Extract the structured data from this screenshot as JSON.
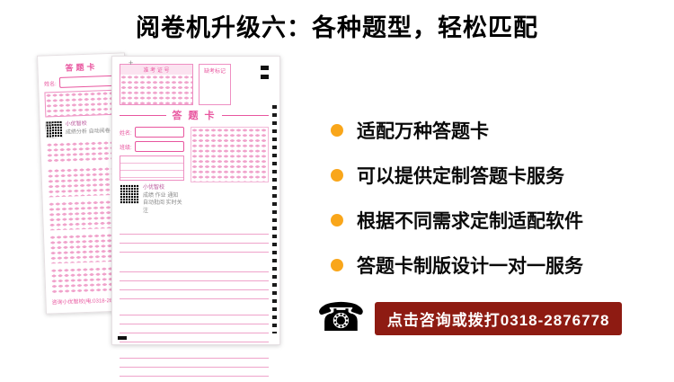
{
  "page": {
    "title": "阅卷机升级六：各种题型，轻松匹配",
    "background_color": "#ffffff"
  },
  "features": {
    "bullet_color": "#F9A61A",
    "items": [
      {
        "label": "适配万种答题卡"
      },
      {
        "label": "可以提供定制答题卡服务"
      },
      {
        "label": "根据不同需求定制适配软件"
      },
      {
        "label": "答题卡制版设计一对一服务"
      }
    ]
  },
  "contact": {
    "phone_icon_glyph": "☎",
    "banner_text": "点击咨询或拨打0318-2876778",
    "banner_color": "#8E1B12"
  },
  "sheets": {
    "accent_color": "#E8569F",
    "small": {
      "title": "答题卡",
      "name_label": "姓名:",
      "qr_caption_line1": "小优智校",
      "qr_caption_line2": "成绩分析 自动阅卷",
      "footer": "咨询小优智校(电:0318-28"
    },
    "large": {
      "title": "答 题 卡",
      "reg_cross": "+",
      "exam_no_label": "准 考 证 号",
      "missing_label": "缺考标记",
      "name_label": "姓名:",
      "class_label": "班级:",
      "qr_caption_line1": "小优智校",
      "qr_caption_line2": "成绩 作业 通知",
      "qr_caption_line3": "自动批阅 实时关注"
    }
  }
}
